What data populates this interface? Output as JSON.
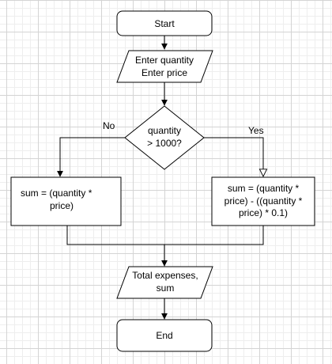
{
  "nodes": {
    "start": {
      "text": "Start"
    },
    "input": {
      "lines": [
        "Enter quantity",
        "Enter price"
      ]
    },
    "decision": {
      "lines": [
        "quantity",
        "> 1000?"
      ]
    },
    "no_branch": {
      "lines": [
        "sum = (quantity *",
        "price)"
      ]
    },
    "yes_branch": {
      "lines": [
        "sum = (quantity *",
        "price) - ((quantity *",
        "price) * 0.1)"
      ]
    },
    "output": {
      "lines": [
        "Total expenses,",
        "sum"
      ]
    },
    "end": {
      "text": "End"
    }
  },
  "edges": {
    "no_label": "No",
    "yes_label": "Yes"
  }
}
